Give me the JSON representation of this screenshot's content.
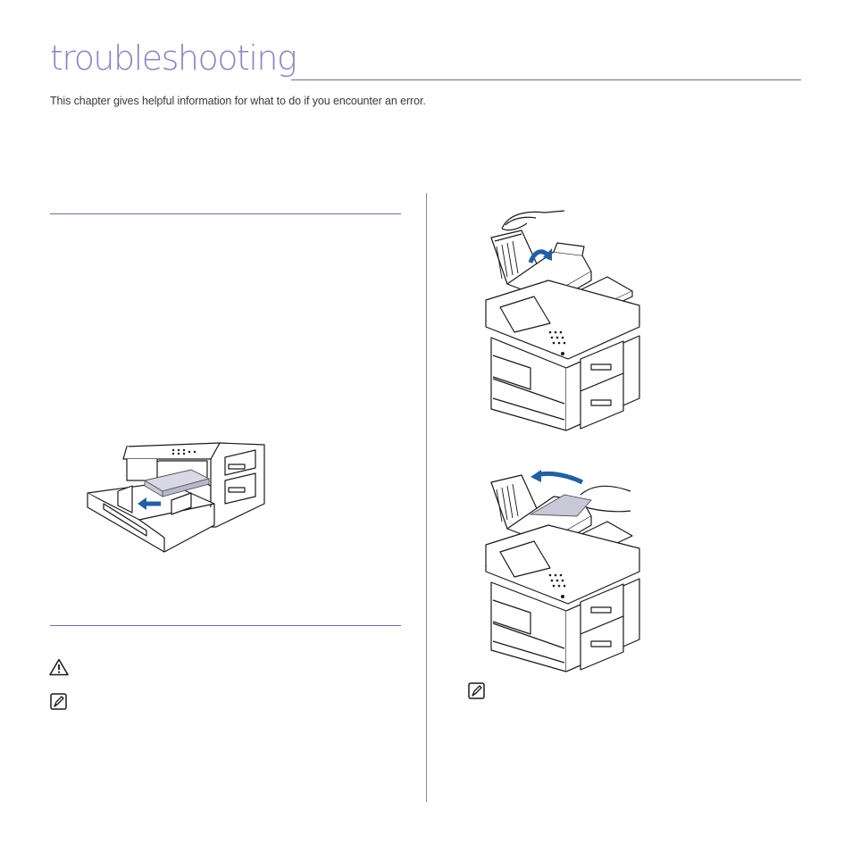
{
  "page": {
    "title": "troubleshooting",
    "intro": "This chapter gives helpful information for what to do if you encounter an error."
  },
  "illustrations": {
    "tray": "tray-paper-insert-illustration",
    "adf_open": "adf-cover-open-illustration",
    "adf_remove": "adf-remove-jam-illustration"
  },
  "icons": {
    "caution": "caution-icon",
    "note_left": "note-icon",
    "note_right": "note-icon"
  },
  "colors": {
    "title": "#8a86c6",
    "rule": "#6f6ba8",
    "arrow": "#1f5fa8",
    "paper": "#c8c8d8"
  }
}
